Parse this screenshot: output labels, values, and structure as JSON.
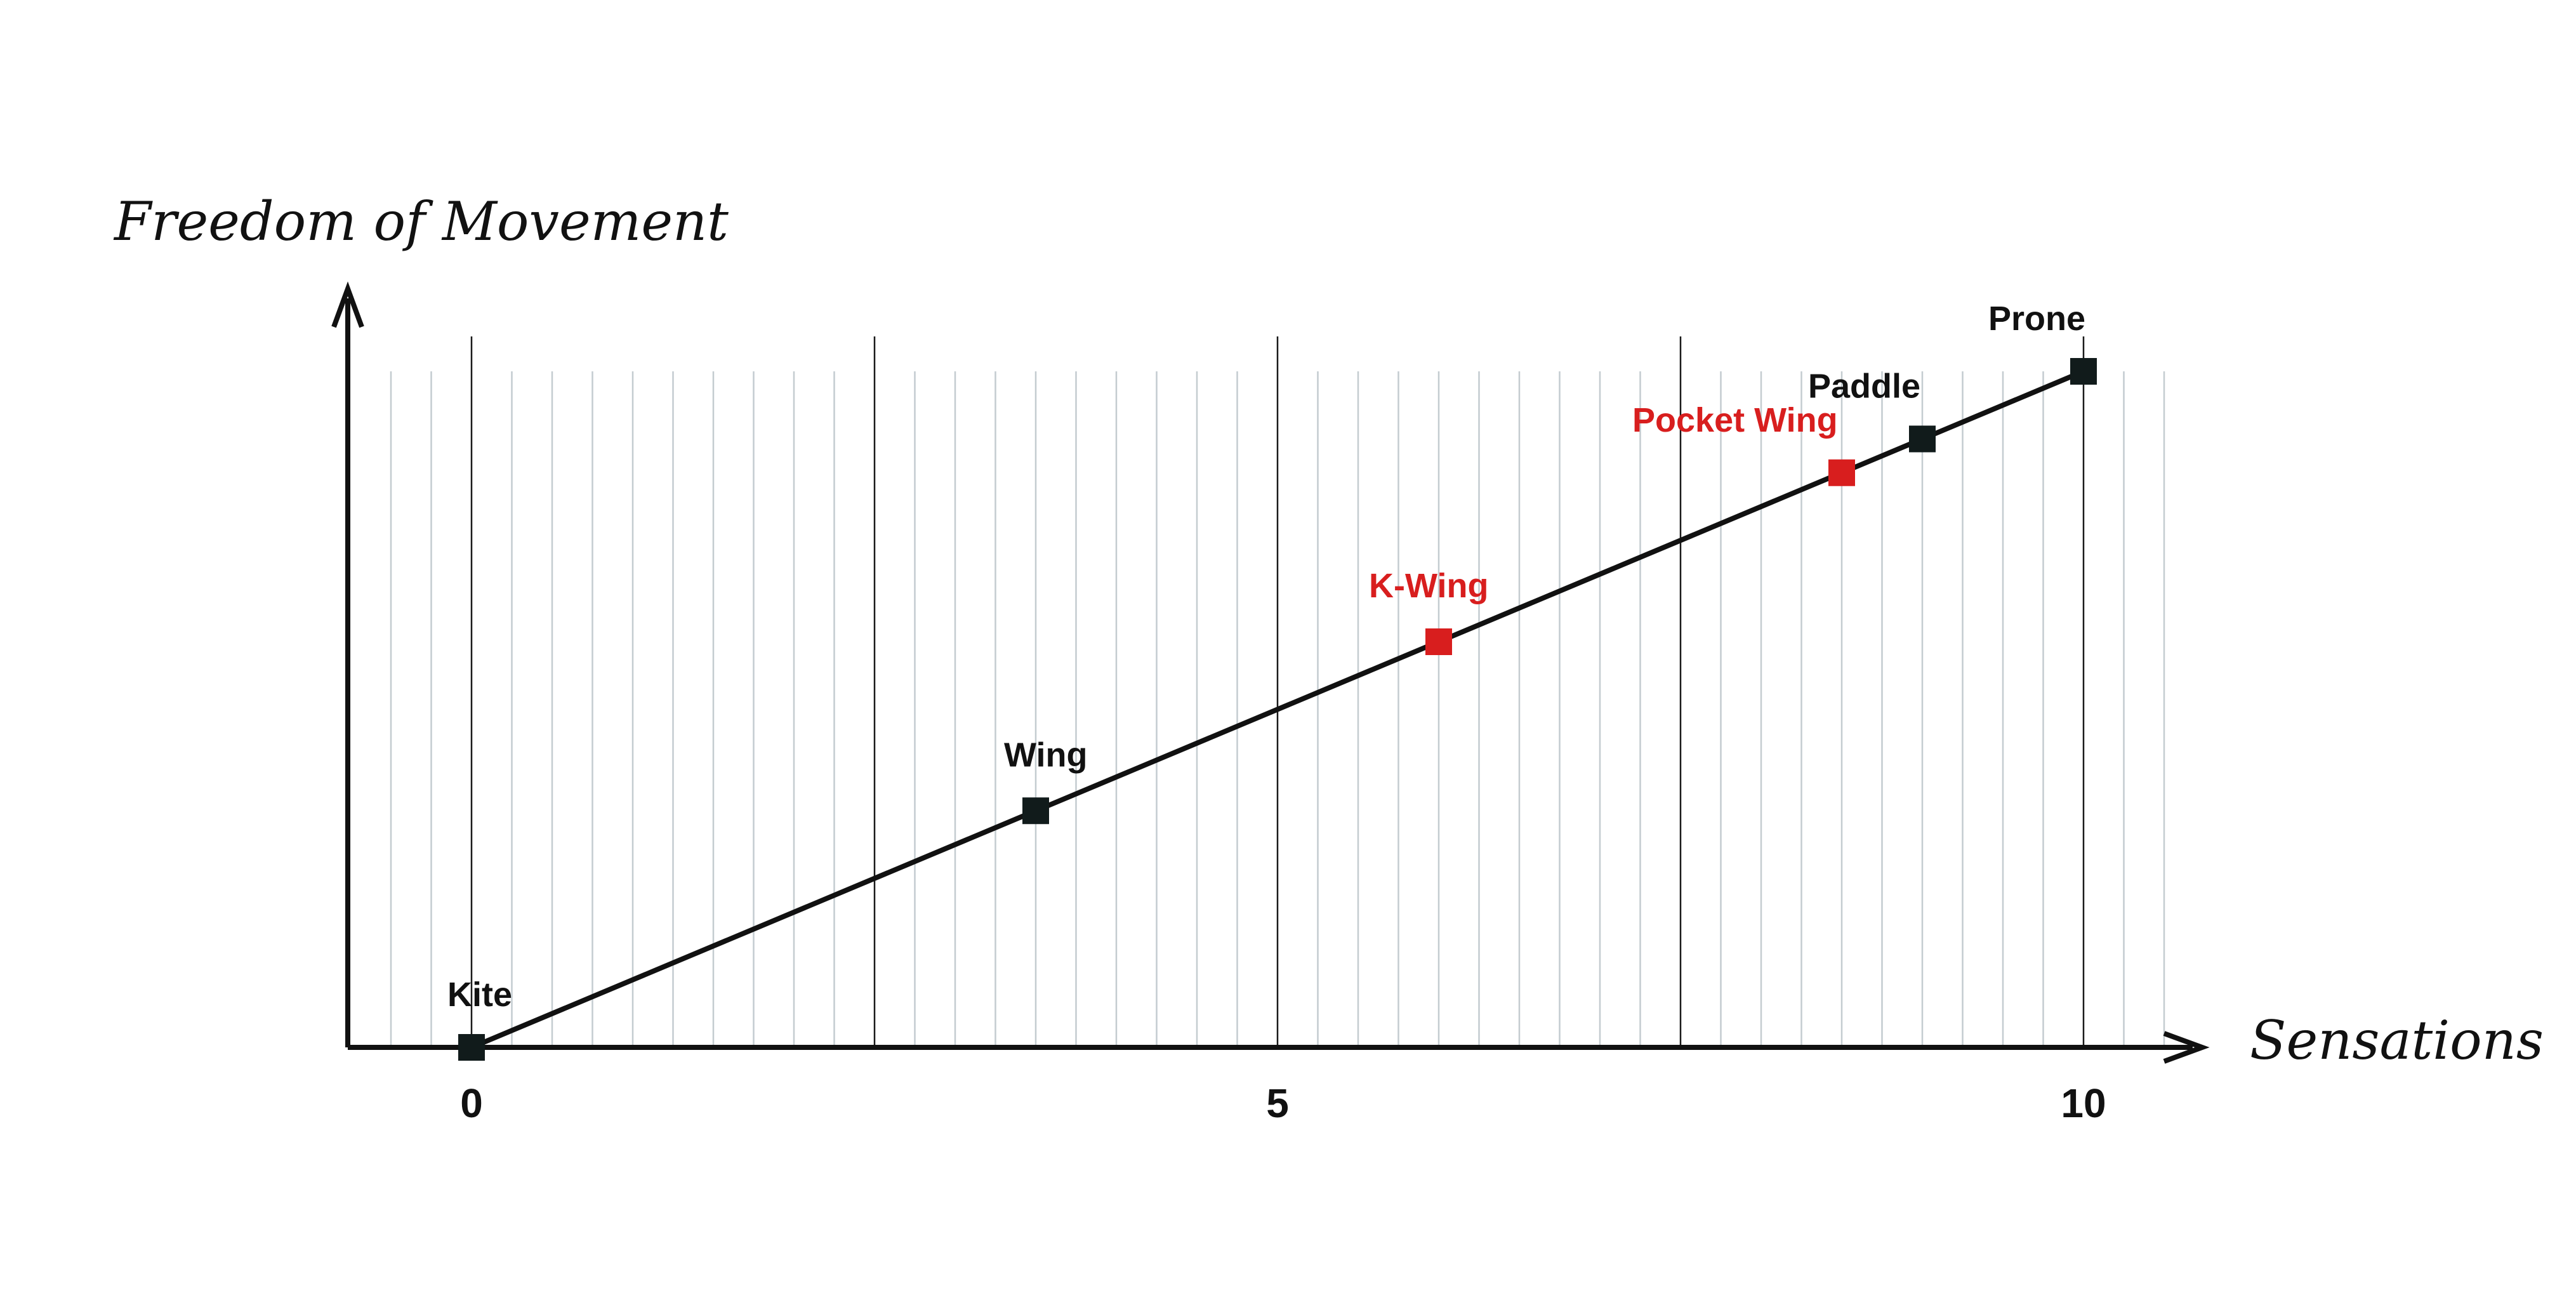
{
  "chart_data": {
    "type": "line",
    "title": "",
    "xlabel": "Sensations",
    "ylabel": "Freedom of Movement",
    "xlim": [
      -0.75,
      10.5
    ],
    "ylim": [
      0,
      10.5
    ],
    "x_ticks": [
      0,
      5,
      10
    ],
    "x_tick_labels": [
      "0",
      "5",
      "10"
    ],
    "minor_grid_step": 0.25,
    "major_grid_step": 2.5,
    "grid": true,
    "legend": "none",
    "line_color": "#111111",
    "series": [
      {
        "points": [
          {
            "label": "Kite",
            "x": 0,
            "y": 0,
            "color": "#111b1b"
          },
          {
            "label": "Wing",
            "x": 3.5,
            "y": 3.5,
            "color": "#111b1b"
          },
          {
            "label": "K-Wing",
            "x": 6,
            "y": 6,
            "color": "#d81e1e"
          },
          {
            "label": "Pocket Wing",
            "x": 8.5,
            "y": 8.5,
            "color": "#d81e1e"
          },
          {
            "label": "Paddle",
            "x": 9,
            "y": 9,
            "color": "#111b1b"
          },
          {
            "label": "Prone",
            "x": 10,
            "y": 10,
            "color": "#111b1b"
          }
        ]
      }
    ]
  }
}
